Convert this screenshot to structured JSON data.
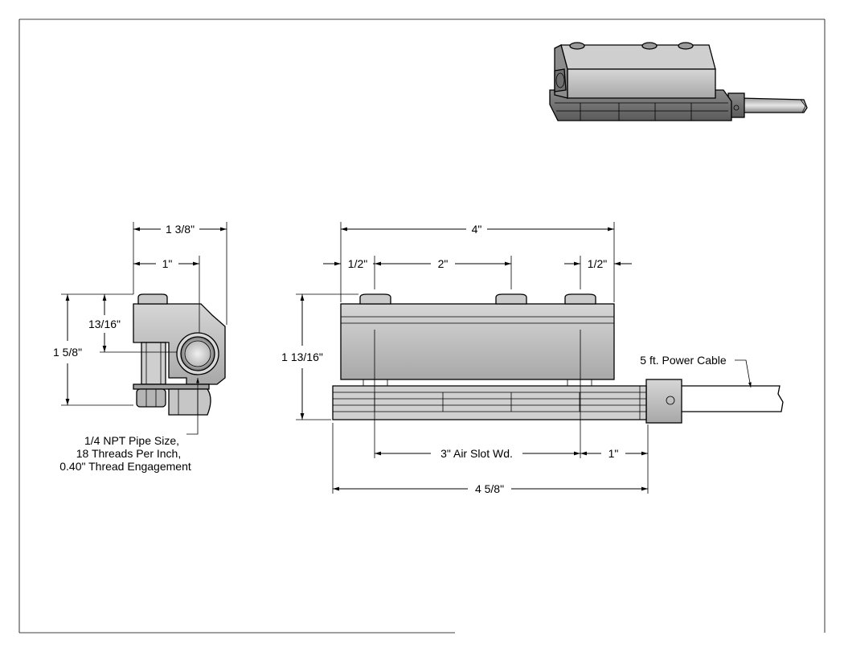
{
  "dimensions": {
    "side_total_width": "1 3/8\"",
    "side_offset": "1\"",
    "side_height": "1 5/8\"",
    "side_center_height": "13/16\"",
    "front_total_width": "4\"",
    "front_left_margin": "1/2\"",
    "front_spacing": "2\"",
    "front_right_margin": "1/2\"",
    "front_height": "1 13/16\"",
    "air_slot_width": "3\" Air Slot Wd.",
    "cable_offset": "1\"",
    "overall_length": "4 5/8\""
  },
  "notes": {
    "pipe_line1": "1/4 NPT Pipe Size,",
    "pipe_line2": "18 Threads Per Inch,",
    "pipe_line3": "0.40\" Thread Engagement",
    "power_cable": "5 ft. Power Cable"
  },
  "colors": {
    "line": "#000000",
    "body_light": "#bdbdbd",
    "body_mid": "#9a9a9a",
    "body_dark": "#6e6e6e"
  }
}
